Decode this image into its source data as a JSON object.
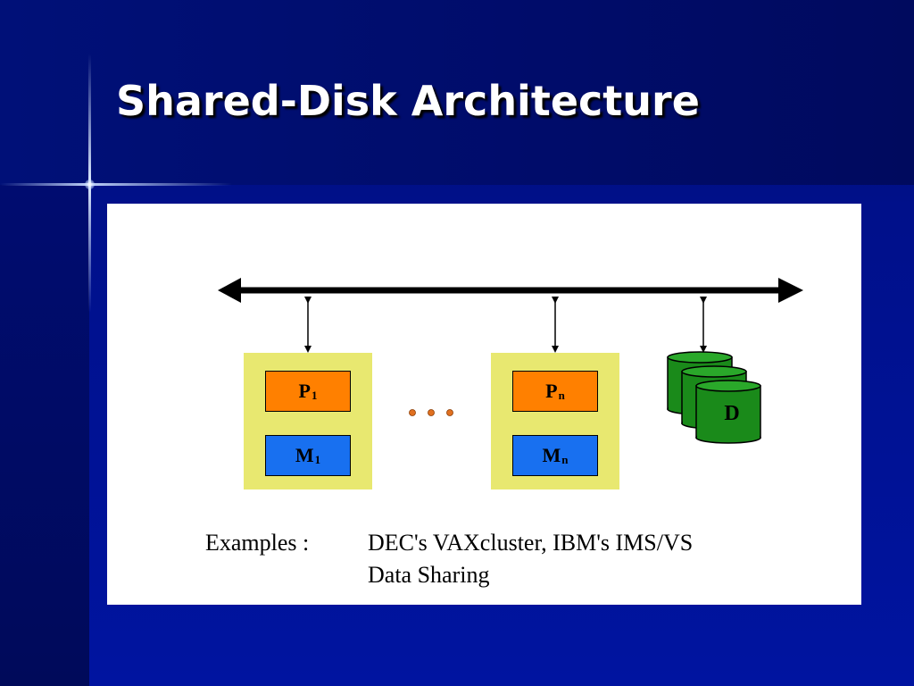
{
  "slide": {
    "title": "Shared-Disk Architecture"
  },
  "diagram": {
    "processors": [
      {
        "label": "P",
        "subscript": "1"
      },
      {
        "label": "P",
        "subscript": "n"
      }
    ],
    "memories": [
      {
        "label": "M",
        "subscript": "1"
      },
      {
        "label": "M",
        "subscript": "n"
      }
    ],
    "disk_label": "D",
    "colors": {
      "bus": "#000000",
      "node_background": "#e8e870",
      "processor": "#ff8000",
      "memory": "#1870f0",
      "disk": "#1a8a1a",
      "ellipsis_dots": "#e07020"
    }
  },
  "examples": {
    "label": "Examples :",
    "line1": "DEC's VAXcluster, IBM's IMS/VS",
    "line2": "Data Sharing"
  }
}
